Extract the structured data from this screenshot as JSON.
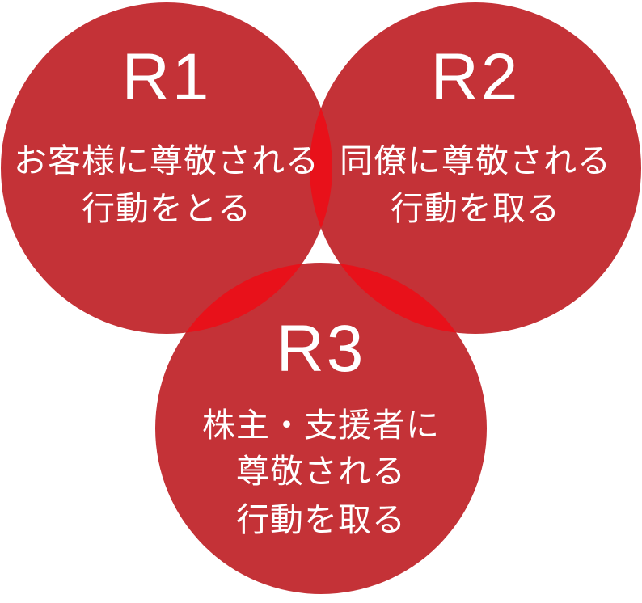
{
  "colors": {
    "circle": "#c43237",
    "overlap": "#e8111a",
    "text": "#ffffff",
    "background": "#ffffff"
  },
  "diagram": {
    "circles": [
      {
        "label": "R1",
        "lines": [
          "お客様に尊敬される",
          "行動をとる"
        ]
      },
      {
        "label": "R2",
        "lines": [
          "同僚に尊敬される",
          "行動を取る"
        ]
      },
      {
        "label": "R3",
        "lines": [
          "株主・支援者に",
          "尊敬される",
          "行動を取る"
        ]
      }
    ]
  }
}
